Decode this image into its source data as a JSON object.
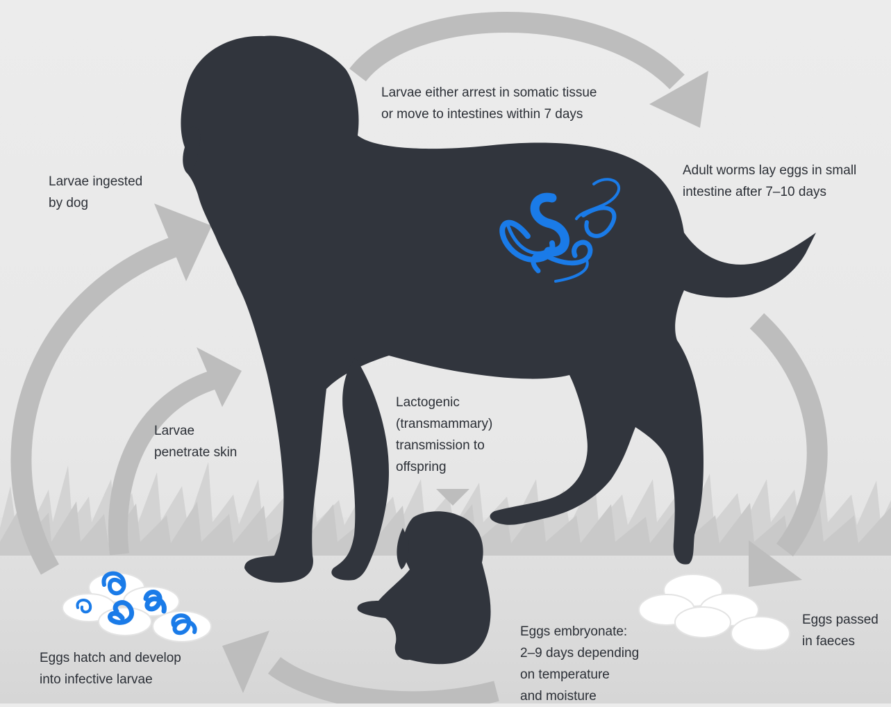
{
  "colors": {
    "background": "#ebebeb",
    "silhouette": "#31353d",
    "arrow": "#bdbdbd",
    "worm": "#1a7be8",
    "egg": "#ffffff",
    "grass": "#d2d2d2"
  },
  "steps": {
    "somatic": {
      "line1": "Larvae either arrest in somatic tissue",
      "line2": "or move to intestines within 7 days"
    },
    "adult_worms": {
      "line1": "Adult worms lay eggs in small",
      "line2": "intestine after 7–10 days"
    },
    "ingested": {
      "line1": "Larvae ingested",
      "line2": "by dog"
    },
    "skin": {
      "line1": "Larvae",
      "line2": "penetrate skin"
    },
    "lactogenic": {
      "line1": "Lactogenic",
      "line2": "(transmammary)",
      "line3": "transmission to",
      "line4": "offspring"
    },
    "eggs_passed": {
      "line1": "Eggs passed",
      "line2": "in faeces"
    },
    "embryonate": {
      "line1": "Eggs embryonate:",
      "line2": "2–9 days depending",
      "line3": "on temperature",
      "line4": "and moisture"
    },
    "hatch": {
      "line1": "Eggs hatch and develop",
      "line2": "into infective larvae"
    }
  }
}
